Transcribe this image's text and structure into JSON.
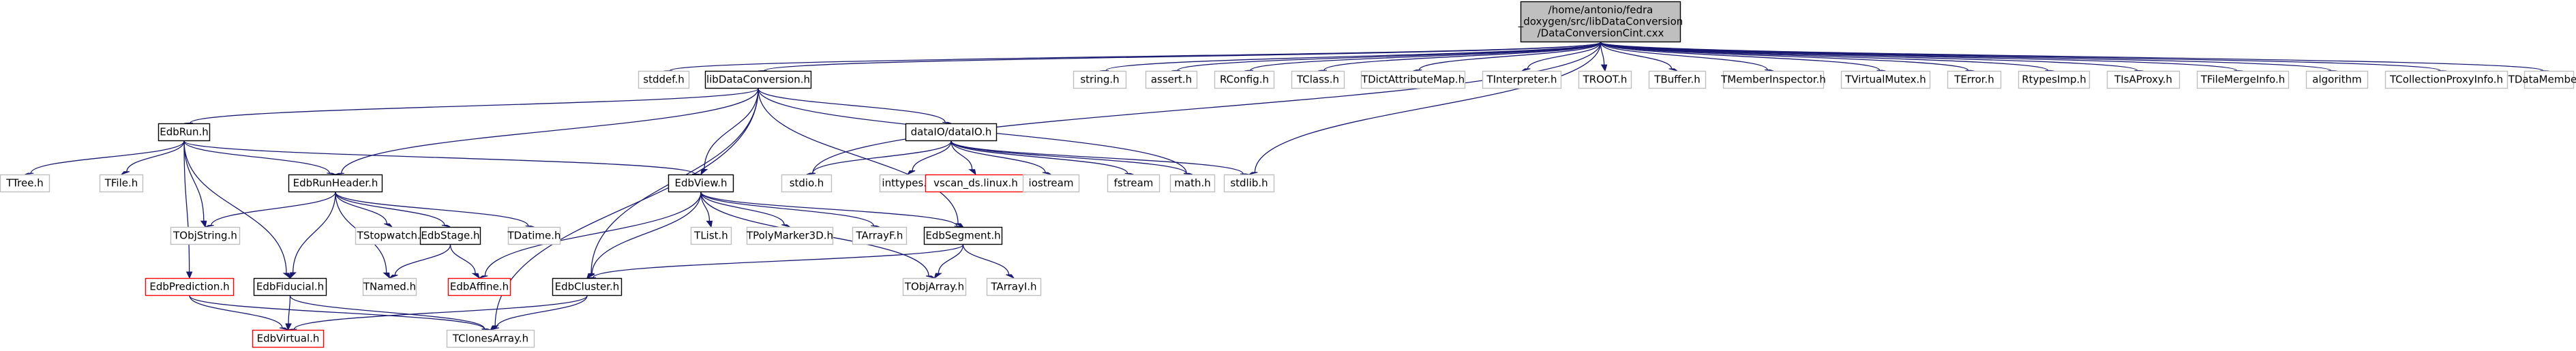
{
  "colors": {
    "edge": "#191970",
    "root_fill": "#bfbfbf",
    "root_border": "#000000",
    "documented_border": "#000000",
    "external_border": "#bfbfbf",
    "missing_border": "#ff0000",
    "node_fill": "#ffffff",
    "text": "#000000"
  },
  "nodes": [
    {
      "id": "root",
      "lines": [
        "/home/antonio/fedra",
        "_doxygen/src/libDataConversion",
        "/DataConversionCint.cxx"
      ],
      "kind": "root"
    },
    {
      "id": "stddef",
      "lines": [
        "stddef.h"
      ],
      "kind": "external"
    },
    {
      "id": "libDataConversion",
      "lines": [
        "libDataConversion.h"
      ],
      "kind": "documented"
    },
    {
      "id": "string",
      "lines": [
        "string.h"
      ],
      "kind": "external"
    },
    {
      "id": "assert",
      "lines": [
        "assert.h"
      ],
      "kind": "external"
    },
    {
      "id": "RConfig",
      "lines": [
        "RConfig.h"
      ],
      "kind": "external"
    },
    {
      "id": "TClass",
      "lines": [
        "TClass.h"
      ],
      "kind": "external"
    },
    {
      "id": "TDictAttributeMap",
      "lines": [
        "TDictAttributeMap.h"
      ],
      "kind": "external"
    },
    {
      "id": "TInterpreter",
      "lines": [
        "TInterpreter.h"
      ],
      "kind": "external"
    },
    {
      "id": "TROOT",
      "lines": [
        "TROOT.h"
      ],
      "kind": "external"
    },
    {
      "id": "TBuffer",
      "lines": [
        "TBuffer.h"
      ],
      "kind": "external"
    },
    {
      "id": "TMemberInspector",
      "lines": [
        "TMemberInspector.h"
      ],
      "kind": "external"
    },
    {
      "id": "TVirtualMutex",
      "lines": [
        "TVirtualMutex.h"
      ],
      "kind": "external"
    },
    {
      "id": "TError",
      "lines": [
        "TError.h"
      ],
      "kind": "external"
    },
    {
      "id": "RtypesImp",
      "lines": [
        "RtypesImp.h"
      ],
      "kind": "external"
    },
    {
      "id": "TIsAProxy",
      "lines": [
        "TIsAProxy.h"
      ],
      "kind": "external"
    },
    {
      "id": "TFileMergeInfo",
      "lines": [
        "TFileMergeInfo.h"
      ],
      "kind": "external"
    },
    {
      "id": "algorithm",
      "lines": [
        "algorithm"
      ],
      "kind": "external"
    },
    {
      "id": "TCollectionProxyInfo",
      "lines": [
        "TCollectionProxyInfo.h"
      ],
      "kind": "external"
    },
    {
      "id": "TDataMember",
      "lines": [
        "TDataMember.h"
      ],
      "kind": "external"
    },
    {
      "id": "EdbRun",
      "lines": [
        "EdbRun.h"
      ],
      "kind": "documented"
    },
    {
      "id": "dataIO",
      "lines": [
        "dataIO/dataIO.h"
      ],
      "kind": "documented"
    },
    {
      "id": "TTree",
      "lines": [
        "TTree.h"
      ],
      "kind": "external"
    },
    {
      "id": "TFile",
      "lines": [
        "TFile.h"
      ],
      "kind": "external"
    },
    {
      "id": "EdbRunHeader",
      "lines": [
        "EdbRunHeader.h"
      ],
      "kind": "documented"
    },
    {
      "id": "EdbView",
      "lines": [
        "EdbView.h"
      ],
      "kind": "documented"
    },
    {
      "id": "stdio",
      "lines": [
        "stdio.h"
      ],
      "kind": "external"
    },
    {
      "id": "inttypes",
      "lines": [
        "inttypes.h"
      ],
      "kind": "external"
    },
    {
      "id": "vscan_ds",
      "lines": [
        "vscan_ds.linux.h"
      ],
      "kind": "missing"
    },
    {
      "id": "iostream",
      "lines": [
        "iostream"
      ],
      "kind": "external"
    },
    {
      "id": "fstream",
      "lines": [
        "fstream"
      ],
      "kind": "external"
    },
    {
      "id": "math",
      "lines": [
        "math.h"
      ],
      "kind": "external"
    },
    {
      "id": "stdlib",
      "lines": [
        "stdlib.h"
      ],
      "kind": "external"
    },
    {
      "id": "TObjString",
      "lines": [
        "TObjString.h"
      ],
      "kind": "external"
    },
    {
      "id": "TStopwatch",
      "lines": [
        "TStopwatch.h"
      ],
      "kind": "external"
    },
    {
      "id": "EdbStage",
      "lines": [
        "EdbStage.h"
      ],
      "kind": "documented"
    },
    {
      "id": "TDatime",
      "lines": [
        "TDatime.h"
      ],
      "kind": "external"
    },
    {
      "id": "TList",
      "lines": [
        "TList.h"
      ],
      "kind": "external"
    },
    {
      "id": "TPolyMarker3D",
      "lines": [
        "TPolyMarker3D.h"
      ],
      "kind": "external"
    },
    {
      "id": "TArrayF",
      "lines": [
        "TArrayF.h"
      ],
      "kind": "external"
    },
    {
      "id": "EdbSegment",
      "lines": [
        "EdbSegment.h"
      ],
      "kind": "documented"
    },
    {
      "id": "TNamed",
      "lines": [
        "TNamed.h"
      ],
      "kind": "external"
    },
    {
      "id": "EdbAffine",
      "lines": [
        "EdbAffine.h"
      ],
      "kind": "missing"
    },
    {
      "id": "TObjArray",
      "lines": [
        "TObjArray.h"
      ],
      "kind": "external"
    },
    {
      "id": "TArrayI",
      "lines": [
        "TArrayI.h"
      ],
      "kind": "external"
    },
    {
      "id": "EdbPrediction",
      "lines": [
        "EdbPrediction.h"
      ],
      "kind": "missing"
    },
    {
      "id": "EdbFiducial",
      "lines": [
        "EdbFiducial.h"
      ],
      "kind": "documented"
    },
    {
      "id": "EdbCluster",
      "lines": [
        "EdbCluster.h"
      ],
      "kind": "documented"
    },
    {
      "id": "EdbVirtual",
      "lines": [
        "EdbVirtual.h"
      ],
      "kind": "missing"
    },
    {
      "id": "TClonesArray",
      "lines": [
        "TClonesArray.h"
      ],
      "kind": "external"
    }
  ],
  "edges": [
    [
      "root",
      "stddef"
    ],
    [
      "root",
      "libDataConversion"
    ],
    [
      "root",
      "string"
    ],
    [
      "root",
      "assert"
    ],
    [
      "root",
      "RConfig"
    ],
    [
      "root",
      "TClass"
    ],
    [
      "root",
      "TDictAttributeMap"
    ],
    [
      "root",
      "TInterpreter"
    ],
    [
      "root",
      "TROOT"
    ],
    [
      "root",
      "TBuffer"
    ],
    [
      "root",
      "TMemberInspector"
    ],
    [
      "root",
      "TVirtualMutex"
    ],
    [
      "root",
      "TError"
    ],
    [
      "root",
      "RtypesImp"
    ],
    [
      "root",
      "TIsAProxy"
    ],
    [
      "root",
      "TFileMergeInfo"
    ],
    [
      "root",
      "algorithm"
    ],
    [
      "root",
      "TCollectionProxyInfo"
    ],
    [
      "root",
      "TDataMember"
    ],
    [
      "root",
      "stdio"
    ],
    [
      "root",
      "stdlib"
    ],
    [
      "libDataConversion",
      "EdbRun"
    ],
    [
      "libDataConversion",
      "dataIO"
    ],
    [
      "libDataConversion",
      "EdbRunHeader"
    ],
    [
      "libDataConversion",
      "EdbView"
    ],
    [
      "libDataConversion",
      "EdbCluster"
    ],
    [
      "libDataConversion",
      "EdbSegment"
    ],
    [
      "libDataConversion",
      "math"
    ],
    [
      "libDataConversion",
      "TClonesArray"
    ],
    [
      "EdbRun",
      "TTree"
    ],
    [
      "EdbRun",
      "TFile"
    ],
    [
      "EdbRun",
      "EdbRunHeader"
    ],
    [
      "EdbRun",
      "EdbView"
    ],
    [
      "EdbRun",
      "TObjString"
    ],
    [
      "EdbRun",
      "EdbPrediction"
    ],
    [
      "EdbRun",
      "EdbFiducial"
    ],
    [
      "dataIO",
      "stdio"
    ],
    [
      "dataIO",
      "inttypes"
    ],
    [
      "dataIO",
      "vscan_ds"
    ],
    [
      "dataIO",
      "iostream"
    ],
    [
      "dataIO",
      "fstream"
    ],
    [
      "dataIO",
      "math"
    ],
    [
      "dataIO",
      "stdlib"
    ],
    [
      "EdbRunHeader",
      "TObjString"
    ],
    [
      "EdbRunHeader",
      "TStopwatch"
    ],
    [
      "EdbRunHeader",
      "EdbStage"
    ],
    [
      "EdbRunHeader",
      "TDatime"
    ],
    [
      "EdbRunHeader",
      "TNamed"
    ],
    [
      "EdbRunHeader",
      "EdbFiducial"
    ],
    [
      "EdbView",
      "TList"
    ],
    [
      "EdbView",
      "TPolyMarker3D"
    ],
    [
      "EdbView",
      "TArrayF"
    ],
    [
      "EdbView",
      "EdbSegment"
    ],
    [
      "EdbView",
      "EdbCluster"
    ],
    [
      "EdbView",
      "EdbAffine"
    ],
    [
      "EdbView",
      "TObjArray"
    ],
    [
      "EdbStage",
      "TNamed"
    ],
    [
      "EdbStage",
      "EdbAffine"
    ],
    [
      "EdbSegment",
      "EdbCluster"
    ],
    [
      "EdbSegment",
      "TObjArray"
    ],
    [
      "EdbSegment",
      "TArrayI"
    ],
    [
      "EdbPrediction",
      "EdbVirtual"
    ],
    [
      "EdbPrediction",
      "TClonesArray"
    ],
    [
      "EdbFiducial",
      "EdbVirtual"
    ],
    [
      "EdbFiducial",
      "TClonesArray"
    ],
    [
      "EdbCluster",
      "EdbVirtual"
    ],
    [
      "EdbCluster",
      "TClonesArray"
    ]
  ]
}
